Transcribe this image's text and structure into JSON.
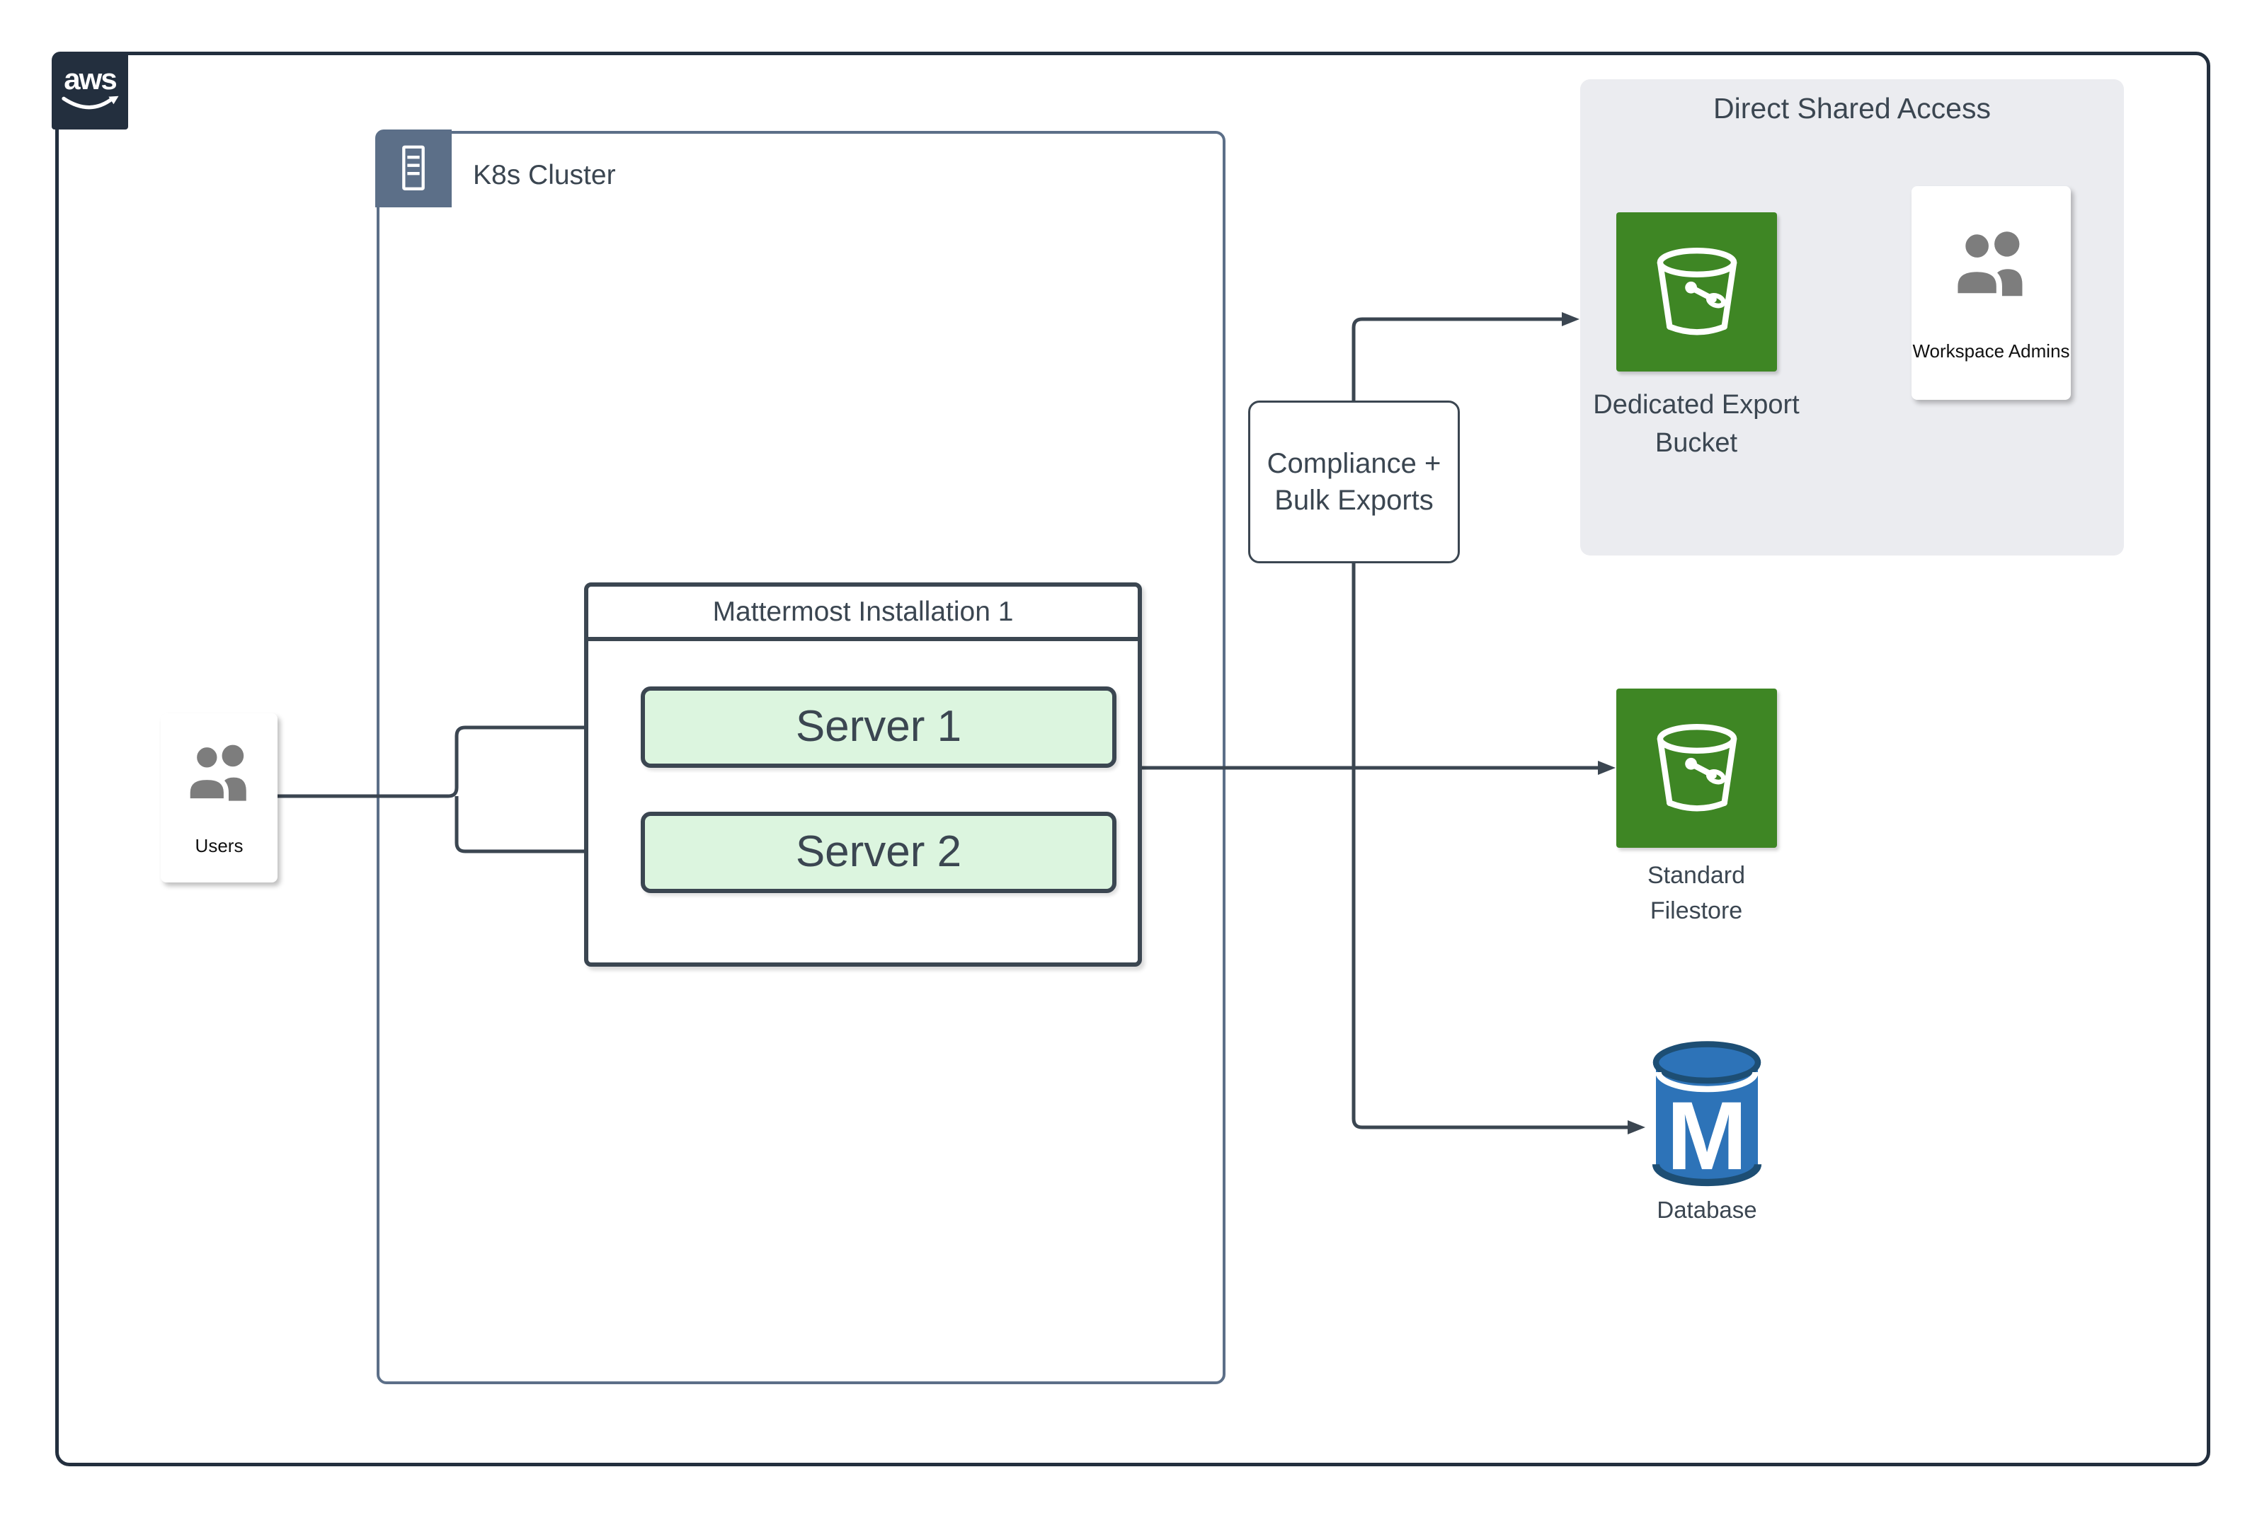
{
  "aws": {
    "logo_text": "aws"
  },
  "k8s": {
    "label": "K8s Cluster"
  },
  "mattermost": {
    "title": "Mattermost Installation 1",
    "server1_label": "Server 1",
    "server2_label": "Server 2"
  },
  "users": {
    "label": "Users"
  },
  "compliance": {
    "line1": "Compliance +",
    "line2": "Bulk Exports"
  },
  "direct_shared_access": {
    "title": "Direct Shared Access",
    "bucket_label_line1": "Dedicated Export",
    "bucket_label_line2": "Bucket",
    "admins_label": "Workspace Admins"
  },
  "filestore": {
    "line1": "Standard",
    "line2": "Filestore"
  },
  "database": {
    "label": "Database",
    "letter": "M"
  },
  "colors": {
    "outer_border": "#232f3e",
    "aws_square": "#232f3e",
    "k8s_border": "#5c6f88",
    "dark_line": "#3b4651",
    "panel_bg": "#ebecf0",
    "bucket_green": "#3e8624",
    "server_fill": "#dcf5df",
    "database_blue": "#2d73b8",
    "database_rim": "#1d4e74",
    "person_gray": "#7d7d7d"
  }
}
